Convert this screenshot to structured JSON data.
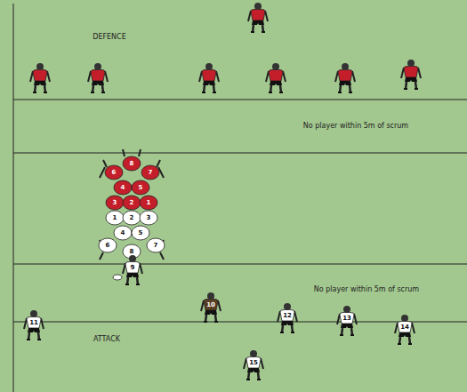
{
  "diagram": {
    "labels": [
      "DEFENCE",
      "No player within 5m of scrum",
      "8",
      "6",
      "7",
      "4",
      "5",
      "3",
      "2",
      "1",
      "1",
      "2",
      "3",
      "4",
      "5",
      "6",
      "8",
      "7",
      "9",
      "No player within 5m of scrum",
      "11",
      "10",
      "12",
      "13",
      "14",
      "ATTACK",
      "15"
    ]
  }
}
